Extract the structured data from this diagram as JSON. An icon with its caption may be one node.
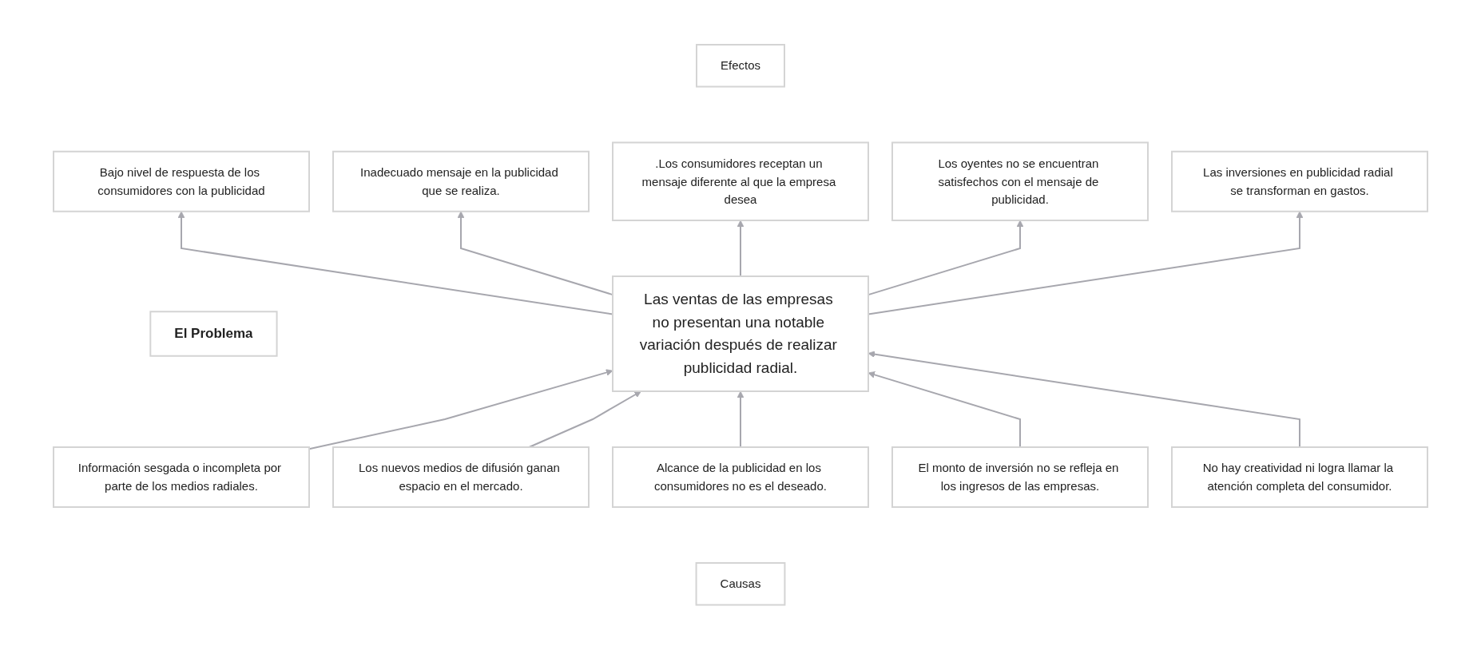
{
  "diagram": {
    "nodes": [
      {
        "text": [
          "Efectos"
        ]
      },
      {
        "text": [
          "Bajo nivel de respuesta de los consumidores con la publicidad"
        ]
      },
      {
        "text": [
          "Inadecuado mensaje en la publicidad que se realiza."
        ]
      },
      {
        "text": [
          ".Los consumidores receptan un mensaje diferente al que la empresa desea"
        ]
      },
      {
        "text": [
          "Los oyentes no se encuentran satisfechos con el mensaje de publicidad."
        ]
      },
      {
        "text": [
          "Las inversiones en publicidad radial se transforman en gastos."
        ]
      },
      {
        "text": [
          "El Problema"
        ]
      },
      {
        "text": [
          "Las ventas de las empresas no presentan una notable variación después de realizar publicidad radial."
        ]
      },
      {
        "text": [
          "Información sesgada o incompleta por parte de los medios radiales."
        ]
      },
      {
        "text": [
          "Los nuevos medios de difusión ganan espacio en el mercado."
        ]
      },
      {
        "text": [
          "Alcance de la publicidad en los consumidores no es el deseado."
        ]
      },
      {
        "text": [
          "El monto de inversión no se refleja en los ingresos de las empresas."
        ]
      },
      {
        "text": [
          "No hay creatividad ni logra llamar la atención completa del consumidor."
        ]
      },
      {
        "text": [
          "Causas"
        ]
      }
    ],
    "edges": [
      {
        "from": 7,
        "to": 1,
        "arrow": "to"
      },
      {
        "from": 7,
        "to": 2,
        "arrow": "to"
      },
      {
        "from": 7,
        "to": 3,
        "arrow": "to"
      },
      {
        "from": 7,
        "to": 4,
        "arrow": "to"
      },
      {
        "from": 7,
        "to": 5,
        "arrow": "to"
      },
      {
        "from": 8,
        "to": 7,
        "arrow": "to"
      },
      {
        "from": 9,
        "to": 7,
        "arrow": "to"
      },
      {
        "from": 10,
        "to": 7,
        "arrow": "to"
      },
      {
        "from": 11,
        "to": 7,
        "arrow": "to"
      },
      {
        "from": 12,
        "to": 7,
        "arrow": "to"
      }
    ]
  }
}
